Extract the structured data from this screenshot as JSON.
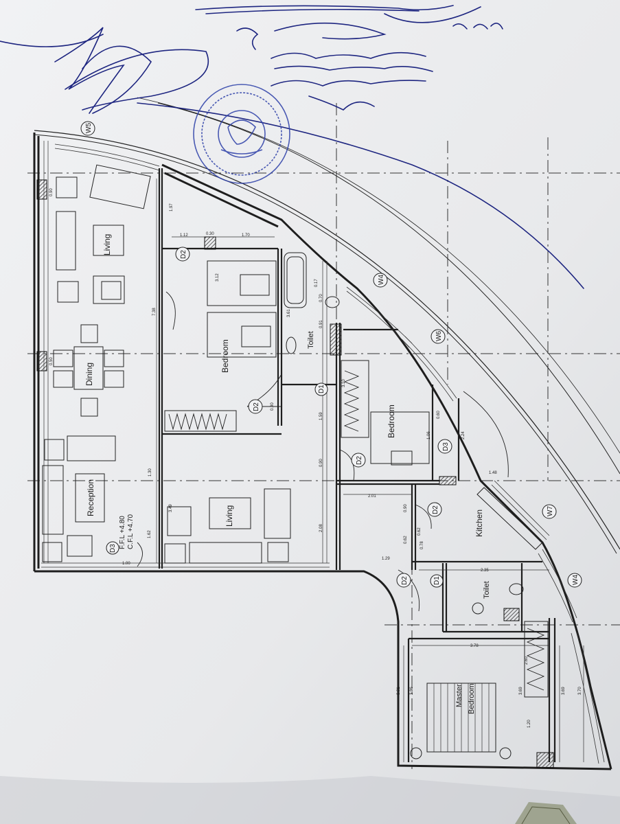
{
  "rooms": {
    "living_top": "Living",
    "dining": "Dining",
    "reception": "Reception",
    "bedroom_top": "Bedroom",
    "toilet_top": "Toilet",
    "bedroom_mid": "Bedroom",
    "living_mid": "Living",
    "kitchen": "Kitchen",
    "toilet_bottom": "Toilet",
    "master_1": "Master",
    "master_2": "Bedroom"
  },
  "levels": {
    "ffl": "F.F.L +4.80",
    "cfl": "C.F.L +4.70"
  },
  "tags": {
    "w5": "W5",
    "w4a": "W4",
    "w6": "W6",
    "w7": "W7",
    "w4b": "W4",
    "d2a": "D2",
    "d2b": "D2",
    "d2c": "D2",
    "d2d": "D2",
    "d2e": "D2",
    "d1a": "D1",
    "d1b": "D1",
    "d3a": "D3",
    "d3b": "D3"
  },
  "dims": {
    "a1": "1.97",
    "a2": "1.12",
    "a3": "1.70",
    "a4": "0.30",
    "a5": "3.12",
    "a6": "7.38",
    "a7": "1.30",
    "a8": "3.49",
    "a9": "2.08",
    "a10": "0.90",
    "a11": "1.59",
    "a12": "0.90",
    "a13": "3.61",
    "a14": "0.91",
    "a15": "0.17",
    "a16": "0.70",
    "a17": "2.01",
    "a18": "0.90",
    "a19": "0.62",
    "a20": "1.29",
    "a21": "2.35",
    "a22": "3.78",
    "a23": "3.81",
    "a24": "3.86",
    "a25": "2.60",
    "a26": "3.69",
    "a27": "1.20",
    "a28": "1.48",
    "a29": "2.24",
    "a30": "1.62",
    "a31": "1.00",
    "a32": "0.50",
    "a33": "0.90",
    "a34": "3.10",
    "a35": "0.60",
    "a36": "1.06",
    "a37": "3.70",
    "a38": "3.69",
    "a39": "0.78",
    "a40": "0.62"
  }
}
